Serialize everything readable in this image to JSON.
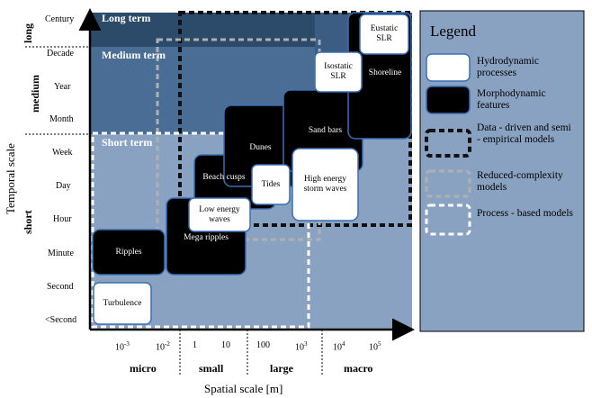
{
  "colors": {
    "long_term_fill": "#2c4a6a",
    "medium_term_fill": "#4a6d96",
    "short_term_fill": "#8aa2c2",
    "legend_fill": "#8aa2c2",
    "hydro_fill": "#ffffff",
    "morpho_fill": "#000000",
    "box_border": "#3a6fb5"
  },
  "regions": {
    "long_term": "Long term",
    "medium_term": "Medium term",
    "short_term": "Short term"
  },
  "y_axis": {
    "title": "Temporal scale",
    "ticks": [
      "Century",
      "Decade",
      "Year",
      "Month",
      "Week",
      "Day",
      "Hour",
      "Minute",
      "Second",
      "<Second"
    ],
    "groups": [
      "long",
      "medium",
      "short"
    ]
  },
  "x_axis": {
    "title": "Spatial scale [m]",
    "ticks": [
      "10-3",
      "10-2",
      "1",
      "10",
      "100",
      "103",
      "104",
      "105"
    ],
    "tick_display": [
      {
        "base": "10",
        "exp": "-3"
      },
      {
        "base": "10",
        "exp": "-2"
      },
      {
        "base": "1",
        "exp": ""
      },
      {
        "base": "10",
        "exp": ""
      },
      {
        "base": "100",
        "exp": ""
      },
      {
        "base": "10",
        "exp": "3"
      },
      {
        "base": "10",
        "exp": "4"
      },
      {
        "base": "10",
        "exp": "5"
      }
    ],
    "groups": [
      "micro",
      "small",
      "large",
      "macro"
    ]
  },
  "features": {
    "ripples": "Ripples",
    "mega_ripples": "Mega ripples",
    "beach_cusps": "Beach cusps",
    "dunes": "Dunes",
    "sand_bars": "Sand bars",
    "shoreline": "Shoreline",
    "turbulence": "Turbulence",
    "low_energy_waves": "Low energy waves",
    "tides": "Tides",
    "high_energy_storm_waves": "High energy storm waves",
    "isostatic_slr": "Isostatic SLR",
    "eustatic_slr": "Eustatic SLR"
  },
  "legend": {
    "title": "Legend",
    "items": [
      "Hydrodynamic processes",
      "Morphodynamic features",
      "Data - driven and semi - empirical models",
      "Reduced-complexity models",
      "Process - based models"
    ]
  }
}
